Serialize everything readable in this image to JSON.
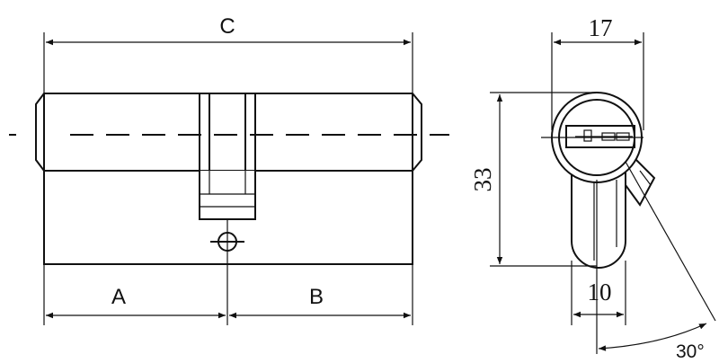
{
  "labels": {
    "overall_length": "C",
    "side_a": "A",
    "side_b": "B",
    "width": "17",
    "height": "33",
    "cam_width": "10",
    "cam_angle": "30°"
  },
  "colors": {
    "stroke": "#111111",
    "background": "#ffffff"
  }
}
